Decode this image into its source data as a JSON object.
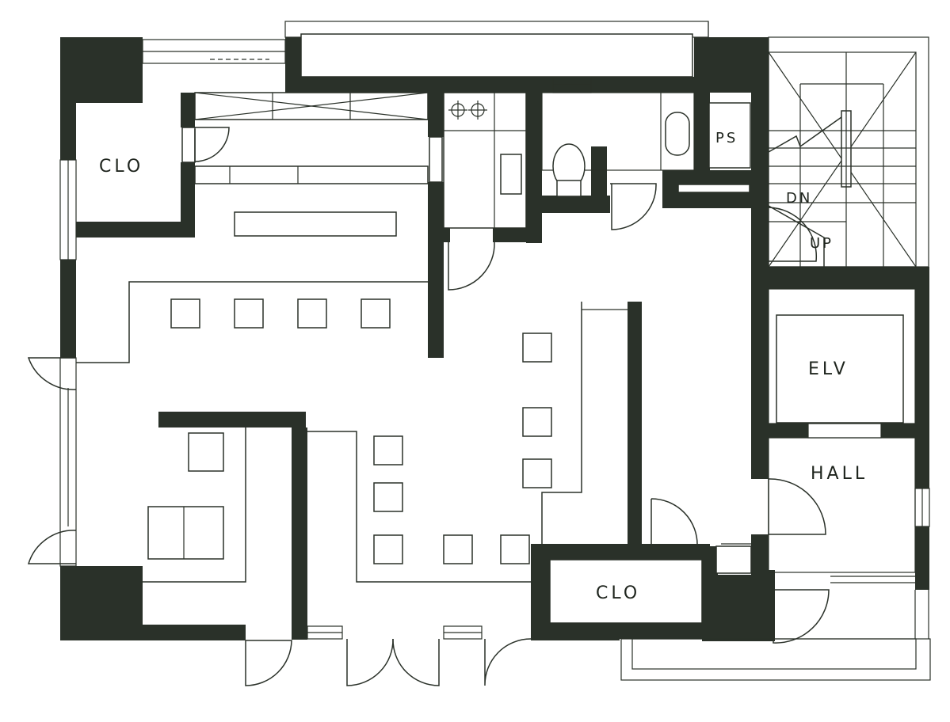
{
  "labels": {
    "closet_1": "CLO",
    "closet_2": "CLO",
    "pipe_space": "PS",
    "elevator": "ELV",
    "hall": "HALL",
    "stair_down": "DN",
    "stair_up": "UP"
  },
  "colors": {
    "wall": "#2a3129",
    "background": "#ffffff"
  }
}
